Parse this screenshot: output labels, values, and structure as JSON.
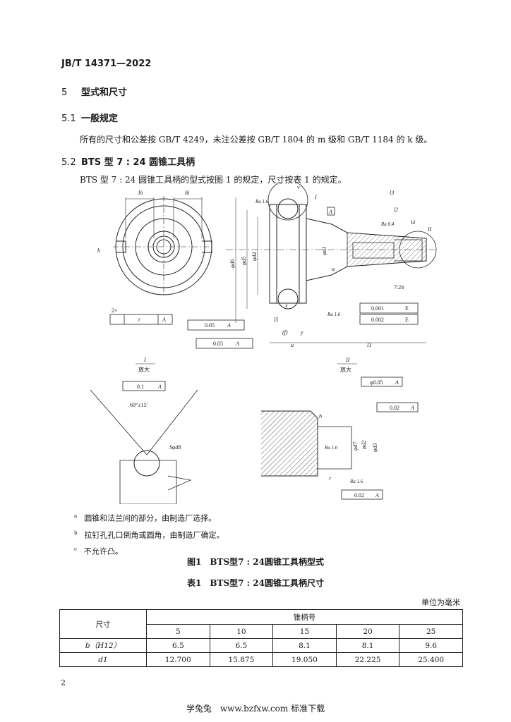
{
  "header": {
    "standard_no": "JB/T 14371—2022"
  },
  "section5": {
    "num": "5",
    "title": "型式和尺寸"
  },
  "section51": {
    "num": "5.1",
    "title": "一般规定",
    "text": "所有的尺寸和公差按 GB/T 4249，未注公差按 GB/T 1804 的 m 级和 GB/T 1184 的 k 级。"
  },
  "section52": {
    "num": "5.2",
    "title": "BTS 型 7 : 24 圆锥工具柄",
    "text": "BTS 型 7 : 24 圆锥工具柄的型式按图 1 的规定，尺寸按表 1 的规定。"
  },
  "figure": {
    "labels": {
      "l6": "l6",
      "v": "v",
      "l3": "l3",
      "l2": "l2",
      "l4": "l4",
      "I": "I",
      "II": "II",
      "A": "A",
      "b": "b",
      "d6": "φd6",
      "d5": "φd5",
      "d4": "φd4",
      "d1": "φd1",
      "a": "a",
      "x": "x",
      "ra16": "Ra 1.6",
      "ra04": "Ra 0.4",
      "taper": "7:24",
      "two_x": "2×",
      "t": "t",
      "tol_005": "0.05",
      "tol_0001": "0.001",
      "tol_0002": "0.002",
      "E": "E",
      "l5": "l5",
      "f": "(f)",
      "y": "y",
      "u": "u",
      "l1": "l1"
    },
    "detail1": {
      "label": "I",
      "scale": "放大",
      "tol": "0.1",
      "datum": "A",
      "angle": "60°±15′",
      "sd8": "Sφd8"
    },
    "detail2": {
      "label": "II",
      "scale": "放大",
      "pos_tol": "φ0.05",
      "tol": "0.02",
      "datum": "A",
      "d7": "φd7",
      "d2": "φd2",
      "d3": "φd3",
      "b": "b",
      "r": "r",
      "ra": "Ra 1.6"
    }
  },
  "notes": [
    {
      "mark": "a",
      "text": "圆锥和法兰间的部分，由制造厂选择。"
    },
    {
      "mark": "b",
      "text": "拉钉孔孔口倒角或圆角，由制造厂确定。"
    },
    {
      "mark": "c",
      "text": "不允许凸。"
    }
  ],
  "figure_caption": "图1　BTS型7 : 24圆锥工具柄型式",
  "table_caption": "表1　BTS型7 : 24圆锥工具柄尺寸",
  "unit_note": "单位为毫米",
  "table": {
    "col_header": "尺寸",
    "group_header": "锥柄号",
    "sizes": [
      "5",
      "10",
      "15",
      "20",
      "25"
    ],
    "rows": [
      {
        "label": "b（H12）",
        "values": [
          "6.5",
          "6.5",
          "8.1",
          "8.1",
          "9.6"
        ]
      },
      {
        "label": "d1",
        "values": [
          "12.700",
          "15.875",
          "19.050",
          "22.225",
          "25.400"
        ]
      }
    ]
  },
  "page_number": "2",
  "footer": "学兔兔　www.bzfxw.com 标准下载"
}
